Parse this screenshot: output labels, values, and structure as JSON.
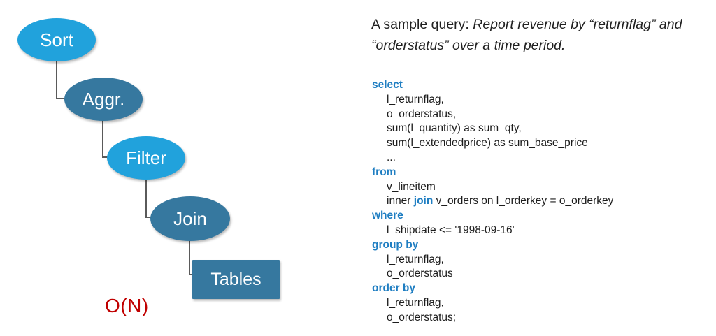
{
  "colors": {
    "bright_blue": "#21A2DC",
    "steel_blue": "#36789F",
    "connector_gray": "#5A5A5A",
    "keyword_blue": "#1F7EC2",
    "body_text": "#1C1C1C",
    "complexity_red": "#C00000"
  },
  "diagram": {
    "nodes": [
      {
        "id": "sort",
        "label": "Sort",
        "shape": "ellipse",
        "fill": "bright_blue"
      },
      {
        "id": "aggr",
        "label": "Aggr.",
        "shape": "ellipse",
        "fill": "steel_blue"
      },
      {
        "id": "filter",
        "label": "Filter",
        "shape": "ellipse",
        "fill": "bright_blue"
      },
      {
        "id": "join",
        "label": "Join",
        "shape": "ellipse",
        "fill": "steel_blue"
      },
      {
        "id": "tables",
        "label": "Tables",
        "shape": "rectangle",
        "fill": "steel_blue"
      }
    ],
    "complexity": "O(N)"
  },
  "caption": {
    "plain": "A sample query: ",
    "italic": "Report revenue by “returnflag” and “orderstatus” over a time period."
  },
  "sql": {
    "lines": [
      {
        "indent": 0,
        "segments": [
          {
            "text": "select",
            "keyword": true
          }
        ]
      },
      {
        "indent": 1,
        "segments": [
          {
            "text": "l_returnflag,",
            "keyword": false
          }
        ]
      },
      {
        "indent": 1,
        "segments": [
          {
            "text": "o_orderstatus,",
            "keyword": false
          }
        ]
      },
      {
        "indent": 1,
        "segments": [
          {
            "text": "sum(l_quantity) as sum_qty,",
            "keyword": false
          }
        ]
      },
      {
        "indent": 1,
        "segments": [
          {
            "text": "sum(l_extendedprice) as sum_base_price",
            "keyword": false
          }
        ]
      },
      {
        "indent": 1,
        "segments": [
          {
            "text": "...",
            "keyword": false
          }
        ]
      },
      {
        "indent": 0,
        "segments": [
          {
            "text": "from",
            "keyword": true
          }
        ]
      },
      {
        "indent": 1,
        "segments": [
          {
            "text": "v_lineitem",
            "keyword": false
          }
        ]
      },
      {
        "indent": 1,
        "segments": [
          {
            "text": "inner ",
            "keyword": false
          },
          {
            "text": "join",
            "keyword": true
          },
          {
            "text": " v_orders on l_orderkey = o_orderkey",
            "keyword": false
          }
        ]
      },
      {
        "indent": 0,
        "segments": [
          {
            "text": "where",
            "keyword": true
          }
        ]
      },
      {
        "indent": 1,
        "segments": [
          {
            "text": "l_shipdate <= '1998-09-16'",
            "keyword": false
          }
        ]
      },
      {
        "indent": 0,
        "segments": [
          {
            "text": "group by",
            "keyword": true
          }
        ]
      },
      {
        "indent": 1,
        "segments": [
          {
            "text": "l_returnflag,",
            "keyword": false
          }
        ]
      },
      {
        "indent": 1,
        "segments": [
          {
            "text": "o_orderstatus",
            "keyword": false
          }
        ]
      },
      {
        "indent": 0,
        "segments": [
          {
            "text": "order by",
            "keyword": true
          }
        ]
      },
      {
        "indent": 1,
        "segments": [
          {
            "text": "l_returnflag,",
            "keyword": false
          }
        ]
      },
      {
        "indent": 1,
        "segments": [
          {
            "text": "o_orderstatus;",
            "keyword": false
          }
        ]
      }
    ]
  }
}
